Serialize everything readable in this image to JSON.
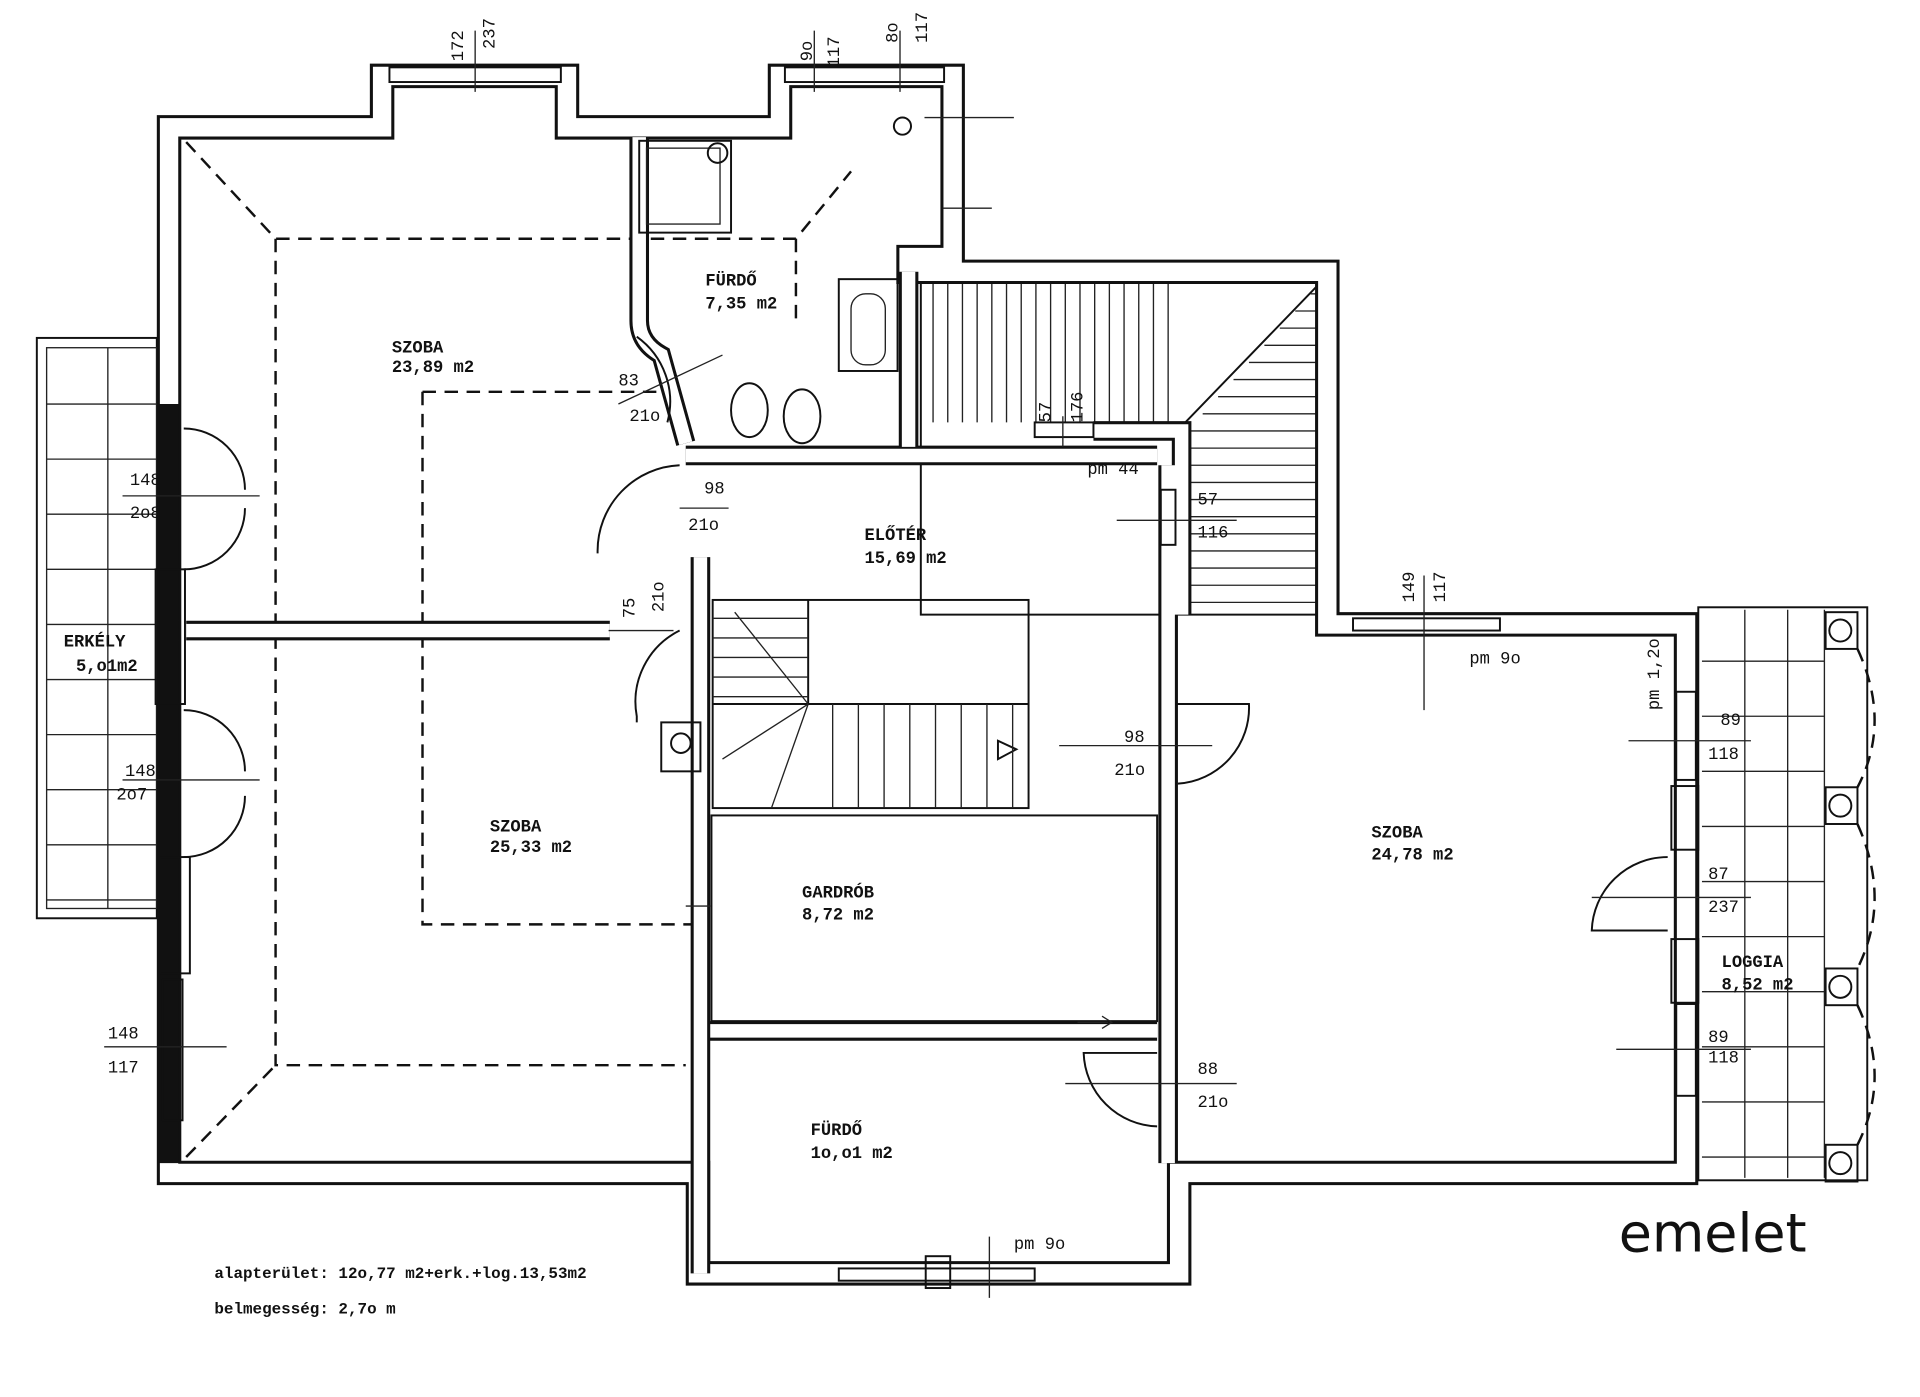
{
  "title": "emelet",
  "rooms": {
    "szoba_upper": {
      "name": "SZOBA",
      "area": "23,89 m2"
    },
    "furdo_upper": {
      "name": "FÜRDŐ",
      "area": "7,35 m2"
    },
    "eloter": {
      "name": "ELŐTÉR",
      "area": "15,69 m2"
    },
    "szoba_left": {
      "name": "SZOBA",
      "area": "25,33 m2"
    },
    "gardrob": {
      "name": "GARDRÓB",
      "area": "8,72 m2"
    },
    "szoba_right": {
      "name": "SZOBA",
      "area": "24,78 m2"
    },
    "furdo_lower": {
      "name": "FÜRDŐ",
      "area": "1o,o1 m2"
    },
    "erkely": {
      "name": "ERKÉLY",
      "area": "5,o1m2"
    },
    "loggia": {
      "name": "LOGGIA",
      "area": "8,52 m2"
    }
  },
  "dims": {
    "top1": [
      "172",
      "237"
    ],
    "top2": [
      "9o",
      "117"
    ],
    "top3": [
      "8o",
      "117"
    ],
    "door_83": [
      "83",
      "21o"
    ],
    "bal1": [
      "148",
      "2o8"
    ],
    "door_98a": [
      "98",
      "21o"
    ],
    "pm44": "pm 44",
    "w57a": [
      "57",
      "176"
    ],
    "w57b": [
      "57",
      "116"
    ],
    "door_75": [
      "75",
      "21o"
    ],
    "w149": [
      "149",
      "117"
    ],
    "pm90a": "pm 9o",
    "pm120": "pm 1,2o",
    "bal2": [
      "148",
      "2o7"
    ],
    "door_98b": [
      "98",
      "21o"
    ],
    "w89a": [
      "89",
      "118"
    ],
    "door_87": [
      "87",
      "237"
    ],
    "w148": [
      "148",
      "117"
    ],
    "w89b": [
      "89",
      "118"
    ],
    "door_88": [
      "88",
      "21o"
    ],
    "pm90b": "pm 9o"
  },
  "footer": {
    "area": "alapterület: 12o,77 m2+erk.+log.13,53m2",
    "height": "belmegesség: 2,7o m"
  }
}
